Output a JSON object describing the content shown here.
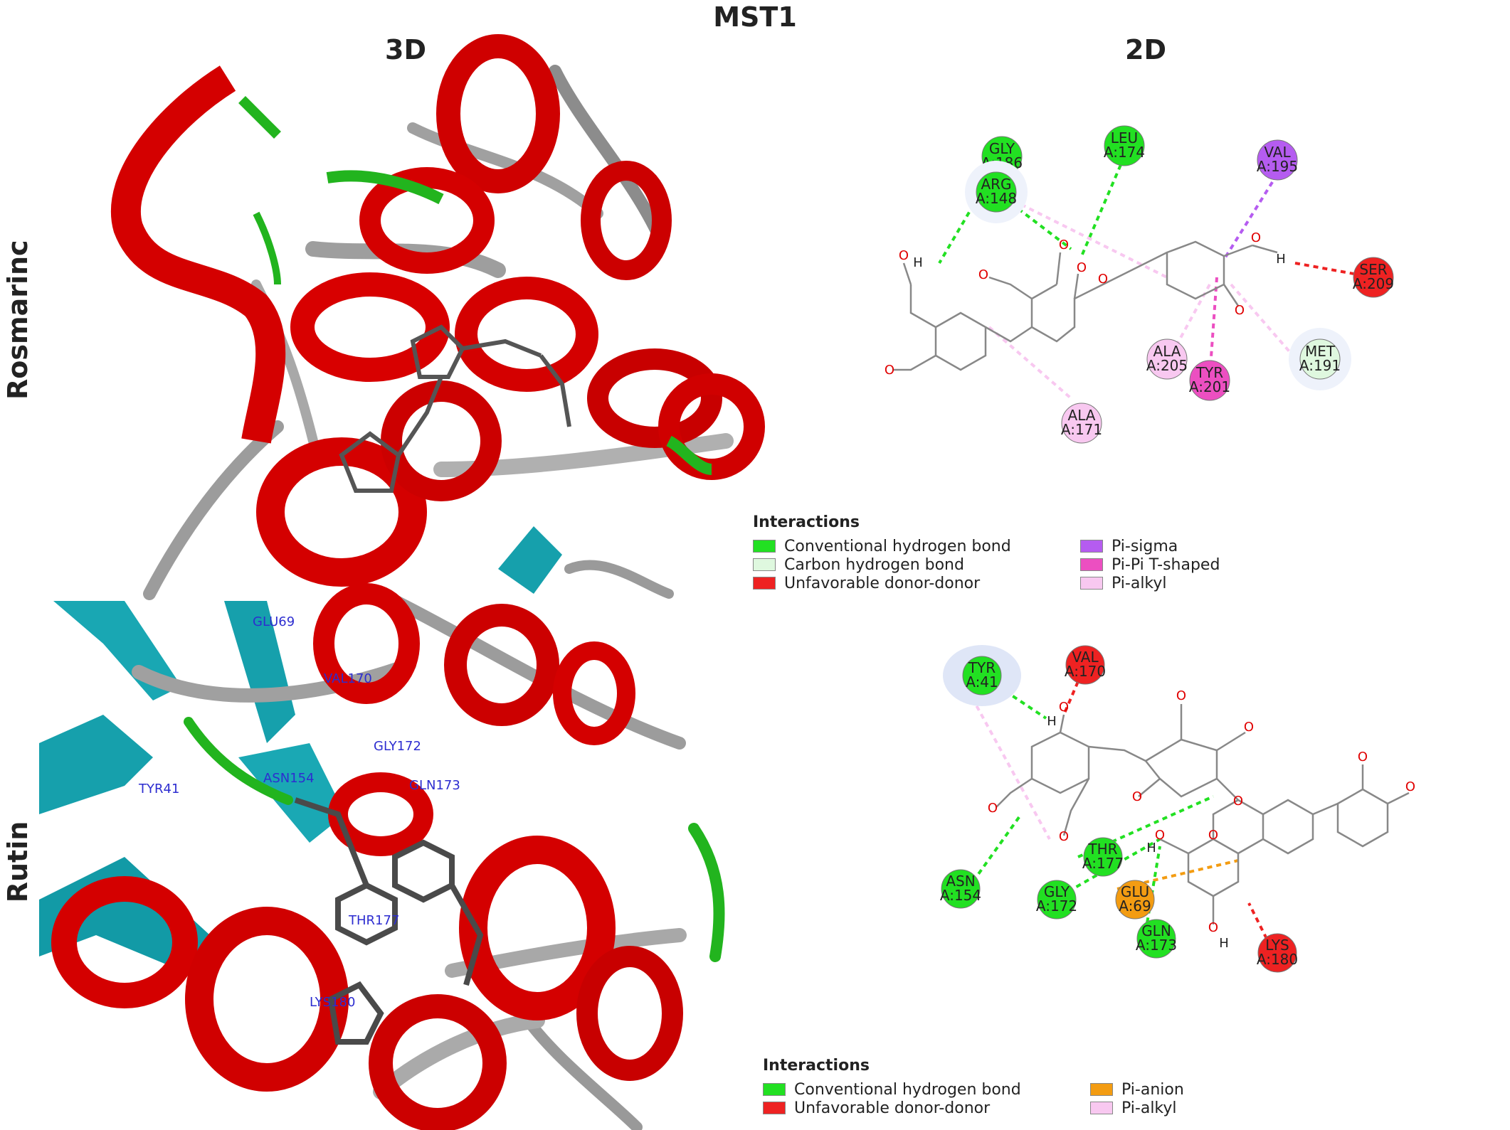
{
  "title": "MST1",
  "columns": {
    "left": "3D",
    "right": "2D"
  },
  "rows": [
    {
      "label": "Rosmarinc"
    },
    {
      "label": "Rutin"
    }
  ],
  "colors": {
    "helix": "#d40000",
    "coil": "#a8a8a8",
    "sheet": "#16a0ac",
    "turn": "#22b41e",
    "conventional_hbond": "#22e022",
    "carbon_hbond": "#dff8df",
    "unfavorable": "#ee2222",
    "pi_sigma": "#b55cf0",
    "pi_pi_tshaped": "#ec4fc1",
    "pi_alkyl": "#f8c8f0",
    "pi_anion": "#f39c12"
  },
  "rosmarinic": {
    "residues": [
      {
        "name": "GLY",
        "id": "A:186",
        "type": "conventional_hbond"
      },
      {
        "name": "ARG",
        "id": "A:148",
        "type": "conventional_hbond"
      },
      {
        "name": "LEU",
        "id": "A:174",
        "type": "conventional_hbond"
      },
      {
        "name": "VAL",
        "id": "A:195",
        "type": "pi_sigma"
      },
      {
        "name": "SER",
        "id": "A:209",
        "type": "unfavorable"
      },
      {
        "name": "ALA",
        "id": "A:205",
        "type": "pi_alkyl"
      },
      {
        "name": "TYR",
        "id": "A:201",
        "type": "pi_pi_tshaped"
      },
      {
        "name": "MET",
        "id": "A:191",
        "type": "carbon_hbond"
      },
      {
        "name": "ALA",
        "id": "A:171",
        "type": "pi_alkyl"
      }
    ],
    "legend": {
      "title": "Interactions",
      "items": [
        {
          "label": "Conventional hydrogen bond",
          "type": "conventional_hbond"
        },
        {
          "label": "Carbon hydrogen bond",
          "type": "carbon_hbond"
        },
        {
          "label": "Unfavorable donor-donor",
          "type": "unfavorable"
        },
        {
          "label": "Pi-sigma",
          "type": "pi_sigma"
        },
        {
          "label": "Pi-Pi T-shaped",
          "type": "pi_pi_tshaped"
        },
        {
          "label": "Pi-alkyl",
          "type": "pi_alkyl"
        }
      ]
    }
  },
  "rutin": {
    "residues": [
      {
        "name": "TYR",
        "id": "A:41",
        "type": "conventional_hbond"
      },
      {
        "name": "VAL",
        "id": "A:170",
        "type": "unfavorable"
      },
      {
        "name": "ASN",
        "id": "A:154",
        "type": "conventional_hbond"
      },
      {
        "name": "THR",
        "id": "A:177",
        "type": "conventional_hbond"
      },
      {
        "name": "GLY",
        "id": "A:172",
        "type": "conventional_hbond"
      },
      {
        "name": "GLU",
        "id": "A:69",
        "type": "pi_anion"
      },
      {
        "name": "GLN",
        "id": "A:173",
        "type": "conventional_hbond"
      },
      {
        "name": "LYS",
        "id": "A:180",
        "type": "unfavorable"
      }
    ],
    "legend": {
      "title": "Interactions",
      "items": [
        {
          "label": "Conventional hydrogen bond",
          "type": "conventional_hbond"
        },
        {
          "label": "Unfavorable donor-donor",
          "type": "unfavorable"
        },
        {
          "label": "Pi-anion",
          "type": "pi_anion"
        },
        {
          "label": "Pi-alkyl",
          "type": "pi_alkyl"
        }
      ]
    }
  },
  "labels_3d": {
    "rutin": [
      "GLU69",
      "VAL170",
      "TYR41",
      "ASN154",
      "GLY172",
      "GLN173",
      "THR177",
      "LYS180"
    ]
  },
  "atom_labels": {
    "oxygen": "O",
    "hydrogen": "H"
  }
}
